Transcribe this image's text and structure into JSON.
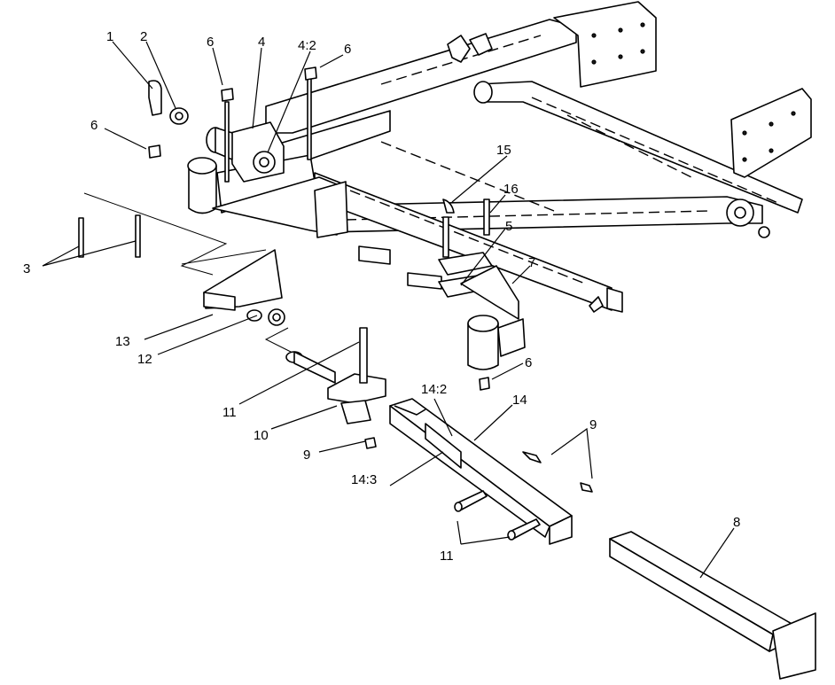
{
  "callouts": {
    "c1": "1",
    "c2": "2",
    "c3": "3",
    "c4": "4",
    "c4_2": "4:2",
    "c5": "5",
    "c6a": "6",
    "c6b": "6",
    "c6c": "6",
    "c6d": "6",
    "c7": "7",
    "c8": "8",
    "c9a": "9",
    "c9b": "9",
    "c10": "10",
    "c11a": "11",
    "c11b": "11",
    "c12": "12",
    "c13": "13",
    "c14": "14",
    "c14_2": "14:2",
    "c14_3": "14:3",
    "c15": "15",
    "c16": "16"
  }
}
